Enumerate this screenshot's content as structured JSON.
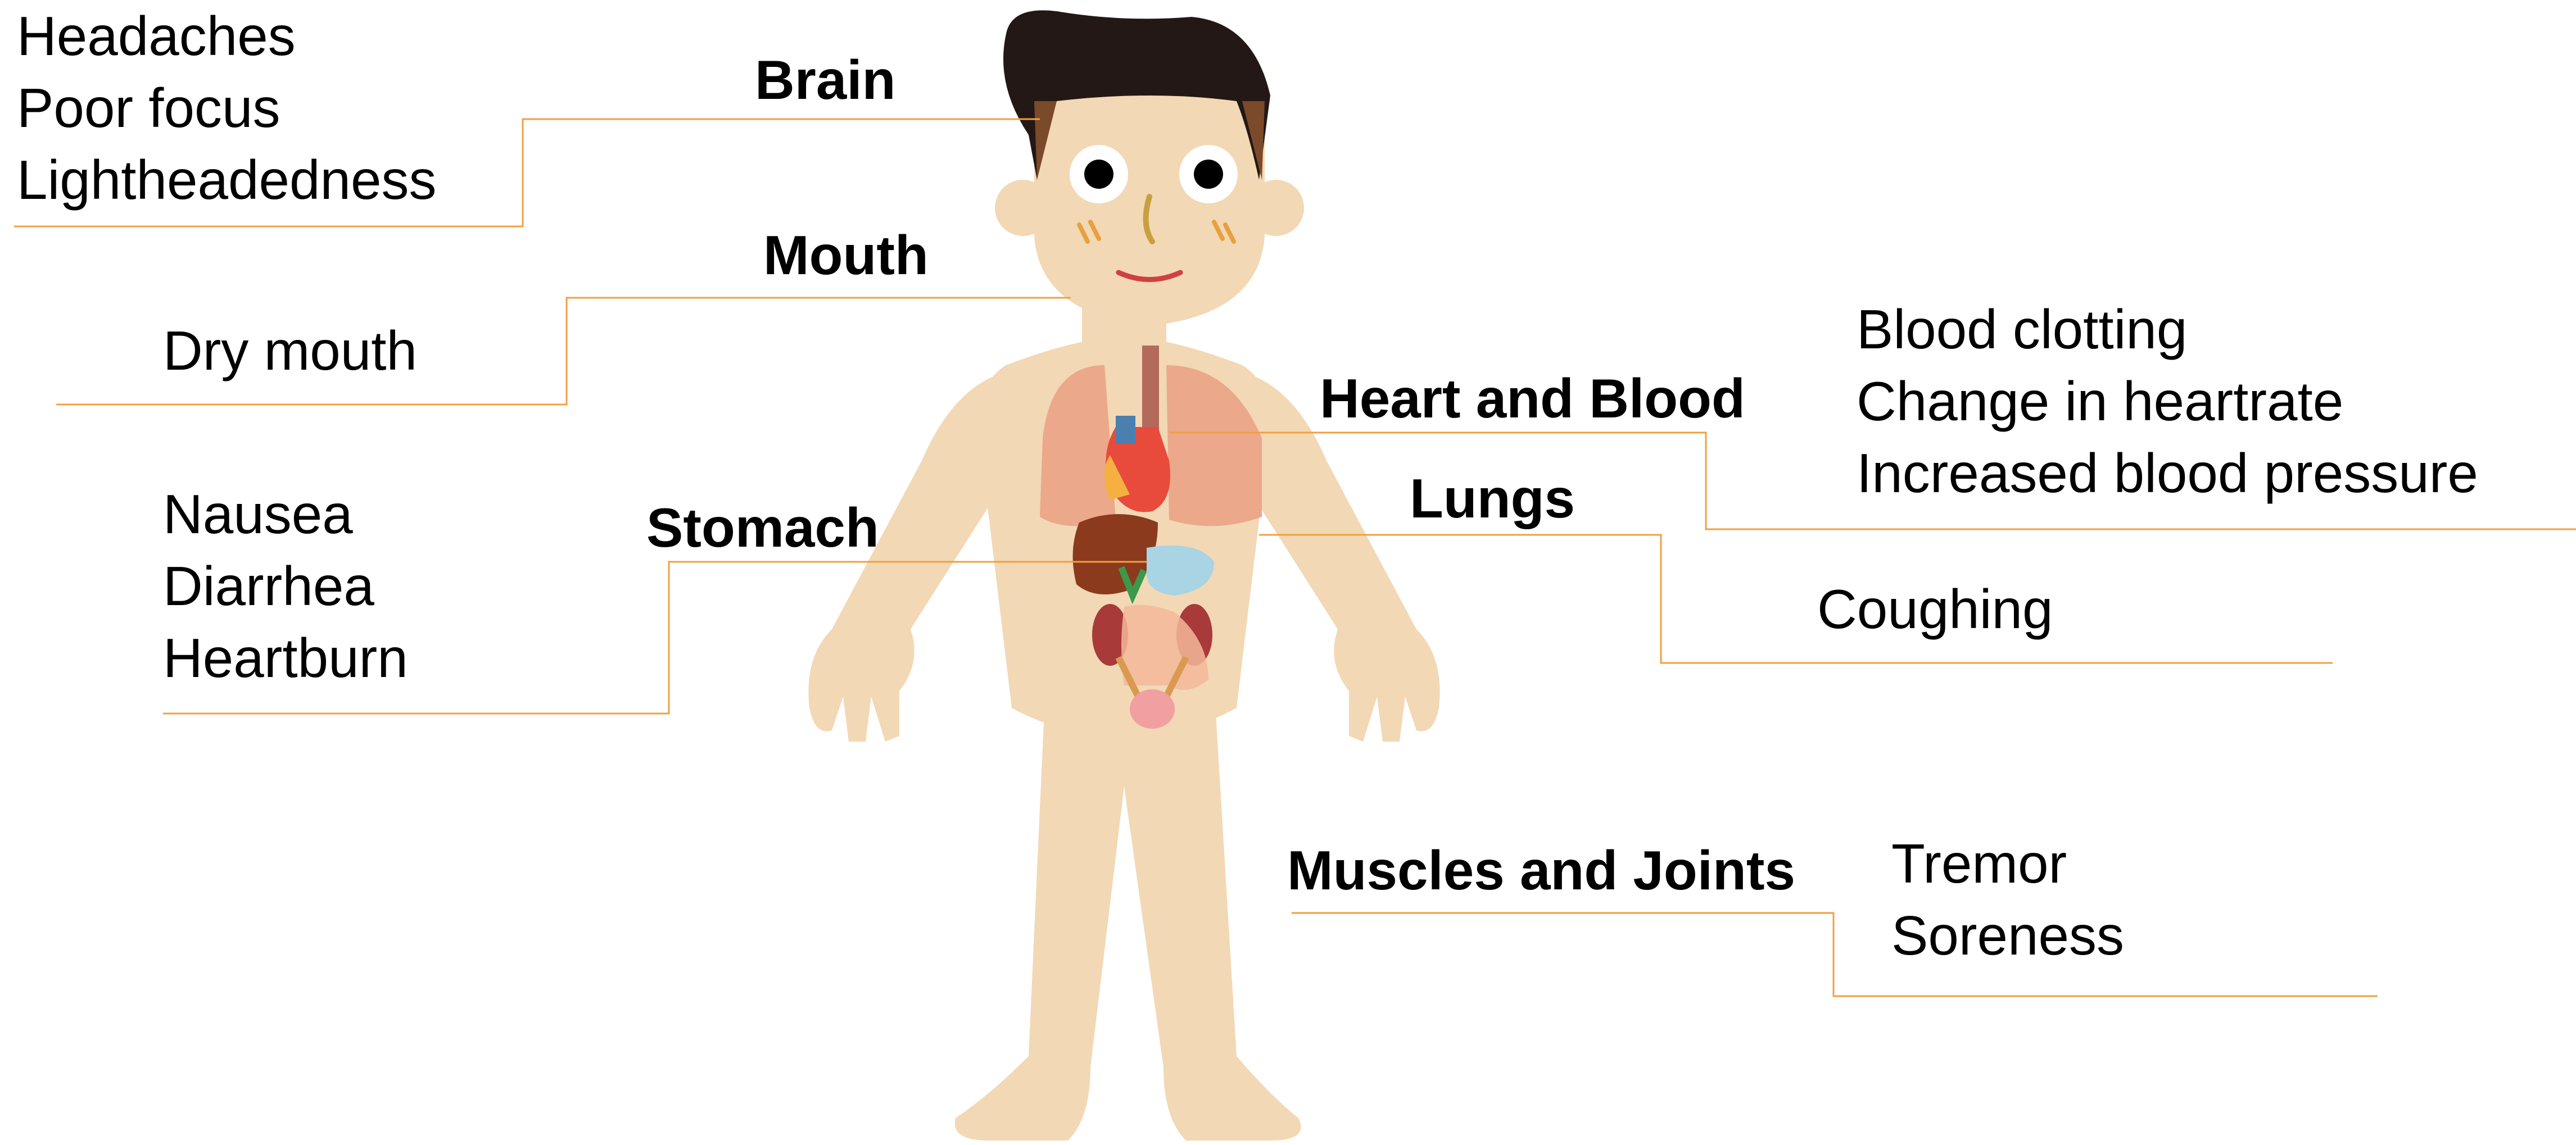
{
  "colors": {
    "leader_line": "#F0A040",
    "skin": "#F2D8B4",
    "hair": "#231815"
  },
  "regions": [
    {
      "id": "brain",
      "label": "Brain",
      "symptoms": [
        "Headaches",
        "Poor focus",
        "Lightheadedness"
      ]
    },
    {
      "id": "mouth",
      "label": "Mouth",
      "symptoms": [
        "Dry mouth"
      ]
    },
    {
      "id": "stomach",
      "label": "Stomach",
      "symptoms": [
        "Nausea",
        "Diarrhea",
        "Heartburn"
      ]
    },
    {
      "id": "heart",
      "label": "Heart and Blood",
      "symptoms": [
        "Blood clotting",
        "Change in heartrate",
        "Increased blood pressure"
      ]
    },
    {
      "id": "lungs",
      "label": "Lungs",
      "symptoms": [
        "Coughing"
      ]
    },
    {
      "id": "muscles",
      "label": "Muscles and Joints",
      "symptoms": [
        "Tremor",
        "Soreness"
      ]
    }
  ]
}
